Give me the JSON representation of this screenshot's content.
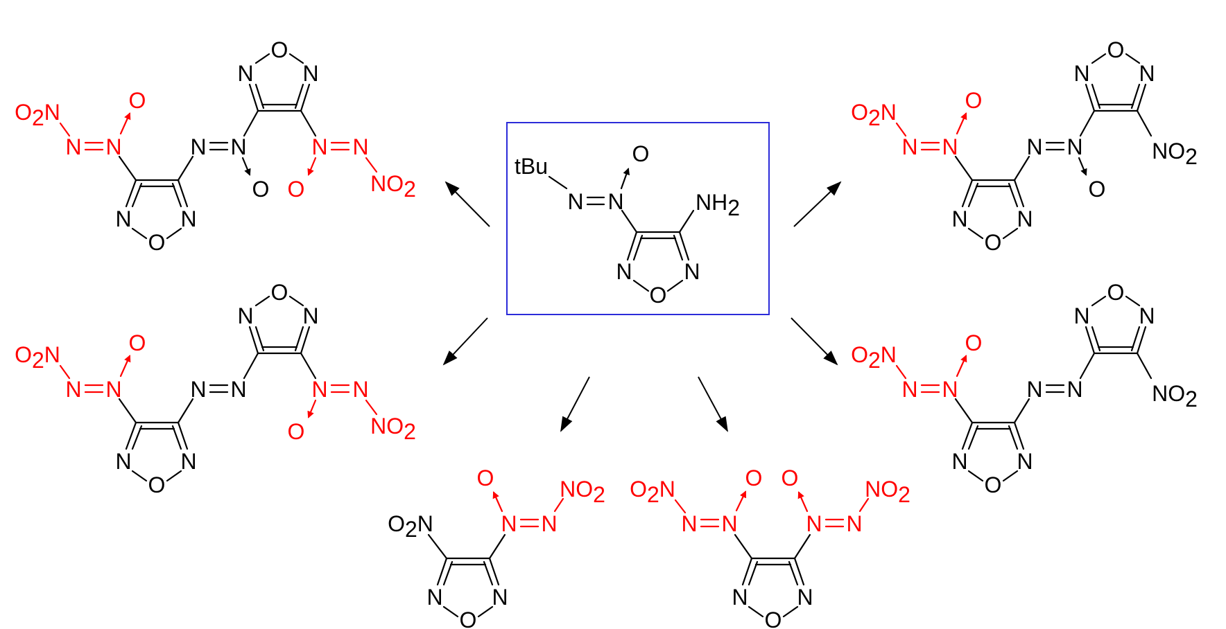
{
  "colors": {
    "black": "#000000",
    "red": "#ff0000",
    "frame": "#2b2bd9",
    "background": "#ffffff"
  },
  "labels": {
    "N": "N",
    "O": "O",
    "NO": "NO",
    "O_prefix": "O",
    "N_suffix": "N",
    "H_suffix": "H",
    "sub2": "2",
    "t": "t",
    "Bu": "Bu"
  },
  "structures": [
    "starting-material",
    "product-top-left",
    "product-mid-left",
    "product-bottom-left",
    "product-bottom-right",
    "product-mid-right",
    "product-top-right"
  ]
}
